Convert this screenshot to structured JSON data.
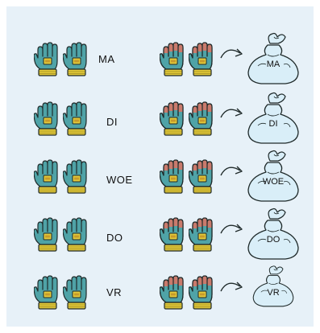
{
  "rows": [
    {
      "label": "MA",
      "bag_label": "MA"
    },
    {
      "label": "DI",
      "bag_label": "DI"
    },
    {
      "label": "WOE",
      "bag_label": "WOE"
    },
    {
      "label": "DO",
      "bag_label": "DO"
    },
    {
      "label": "VR",
      "bag_label": "VR"
    }
  ],
  "colors": {
    "background": "#e7f1f8",
    "clean_glove": "#4fa3a7",
    "cuff": "#e2c93a",
    "dirty_tips": "#c97a6c",
    "bag": "#d9eef8",
    "outline": "#1f2a2a"
  },
  "icons": {
    "clean_gloves": "clean-gloves-icon",
    "dirty_gloves": "dirty-gloves-icon",
    "arrow": "arrow-right-icon",
    "bag": "laundry-bag-icon"
  }
}
